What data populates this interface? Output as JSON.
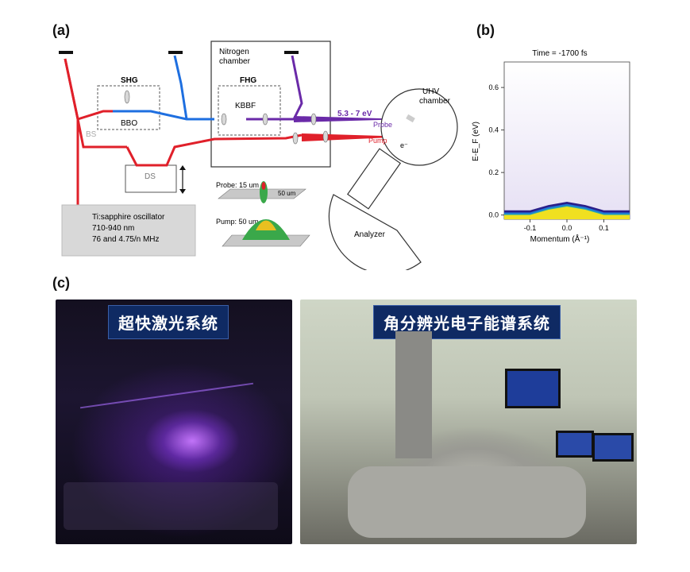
{
  "panels": {
    "a_label": "(a)",
    "b_label": "(b)",
    "c_label": "(c)"
  },
  "schematic": {
    "shg": "SHG",
    "bbo": "BBO",
    "bs": "BS",
    "ds": "DS",
    "nitrogen": "Nitrogen",
    "chamber": "chamber",
    "fhg": "FHG",
    "kbbf": "KBBF",
    "uhv": "UHV",
    "uhv_chamber": "chamber",
    "energy": "5.3 - 7 eV",
    "probe": "Probe",
    "pump": "Pump",
    "electron": "e⁻",
    "analyzer": "Analyzer",
    "oscillator_line1": "Ti:sapphire oscillator",
    "oscillator_line2": "710-940 nm",
    "oscillator_line3": "76 and 4.75/n MHz",
    "probe_size": "Probe: 15 um",
    "pump_size": "Pump: 50 um",
    "scale": "50 um",
    "colors": {
      "red": "#e0202a",
      "blue": "#1e6fe0",
      "violet": "#6a2aa8"
    }
  },
  "chart_data": {
    "type": "heatmap",
    "title": "Time = -1700  fs",
    "xlabel": "Momentum (Å⁻¹)",
    "ylabel": "E-E_F (eV)",
    "xlim": [
      -0.17,
      0.17
    ],
    "ylim": [
      -0.02,
      0.72
    ],
    "xticks": [
      -0.1,
      0.0,
      0.1
    ],
    "xtick_labels": [
      "-0.1",
      "0.0",
      "0.1"
    ],
    "yticks": [
      0.0,
      0.2,
      0.4,
      0.6
    ],
    "ytick_labels": [
      "0.0",
      "0.2",
      "0.4",
      "0.6"
    ],
    "band_edge": {
      "k": [
        -0.17,
        -0.1,
        -0.05,
        0.0,
        0.05,
        0.1,
        0.17
      ],
      "E": [
        0.0,
        0.0,
        0.025,
        0.04,
        0.025,
        0.0,
        0.0
      ]
    }
  },
  "photos": {
    "left_title": "超快激光系统",
    "right_title": "角分辨光电子能谱系统"
  }
}
